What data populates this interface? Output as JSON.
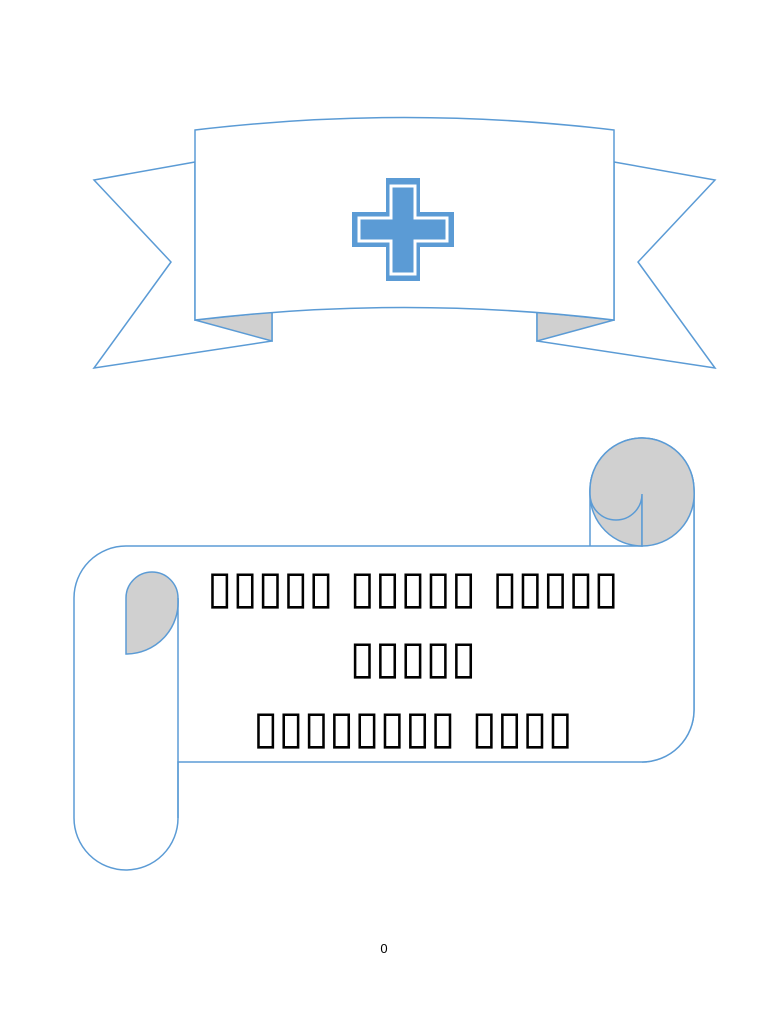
{
  "document": {
    "title_lines": [
      "▯▯▯▯▯ ▯▯▯▯▯ ▯▯▯▯▯",
      "▯▯▯▯▯",
      "▯▯▯▯▯▯▯▯ ▯▯▯▯"
    ],
    "page_number": "0"
  },
  "colors": {
    "outline": "#5b9bd5",
    "cross_fill": "#5b9bd5",
    "fold_fill": "#d0d0d0",
    "text": "#000000"
  },
  "icons": {
    "banner": "ribbon-banner",
    "cross": "medical-cross-icon",
    "scroll": "scroll-shape"
  }
}
